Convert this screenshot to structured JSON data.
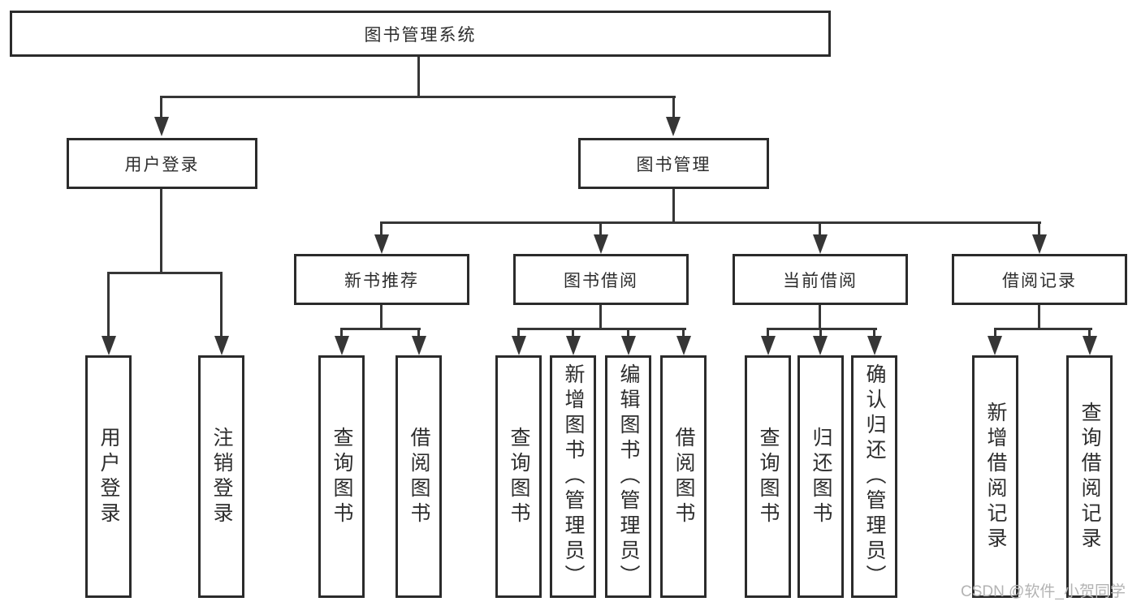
{
  "colors": {
    "line": "#363636",
    "box_border": "#2b2b2b",
    "text": "#2d2d2d",
    "watermark": "#b3b3b3"
  },
  "tree": {
    "label": "图书管理系统",
    "children": [
      {
        "label": "用户登录",
        "children": [
          {
            "label": "用户登录"
          },
          {
            "label": "注销登录"
          }
        ]
      },
      {
        "label": "图书管理",
        "children": [
          {
            "label": "新书推荐",
            "children": [
              {
                "label": "查询图书"
              },
              {
                "label": "借阅图书"
              }
            ]
          },
          {
            "label": "图书借阅",
            "children": [
              {
                "label": "查询图书"
              },
              {
                "label": "新增图书（管理员）"
              },
              {
                "label": "编辑图书（管理员）"
              },
              {
                "label": "借阅图书"
              }
            ]
          },
          {
            "label": "当前借阅",
            "children": [
              {
                "label": "查询图书"
              },
              {
                "label": "归还图书"
              },
              {
                "label": "确认归还（管理员）"
              }
            ]
          },
          {
            "label": "借阅记录",
            "children": [
              {
                "label": "新增借阅记录"
              },
              {
                "label": "查询借阅记录"
              }
            ]
          }
        ]
      }
    ]
  },
  "watermark": {
    "text": "CSDN @软件_小贺同学"
  }
}
